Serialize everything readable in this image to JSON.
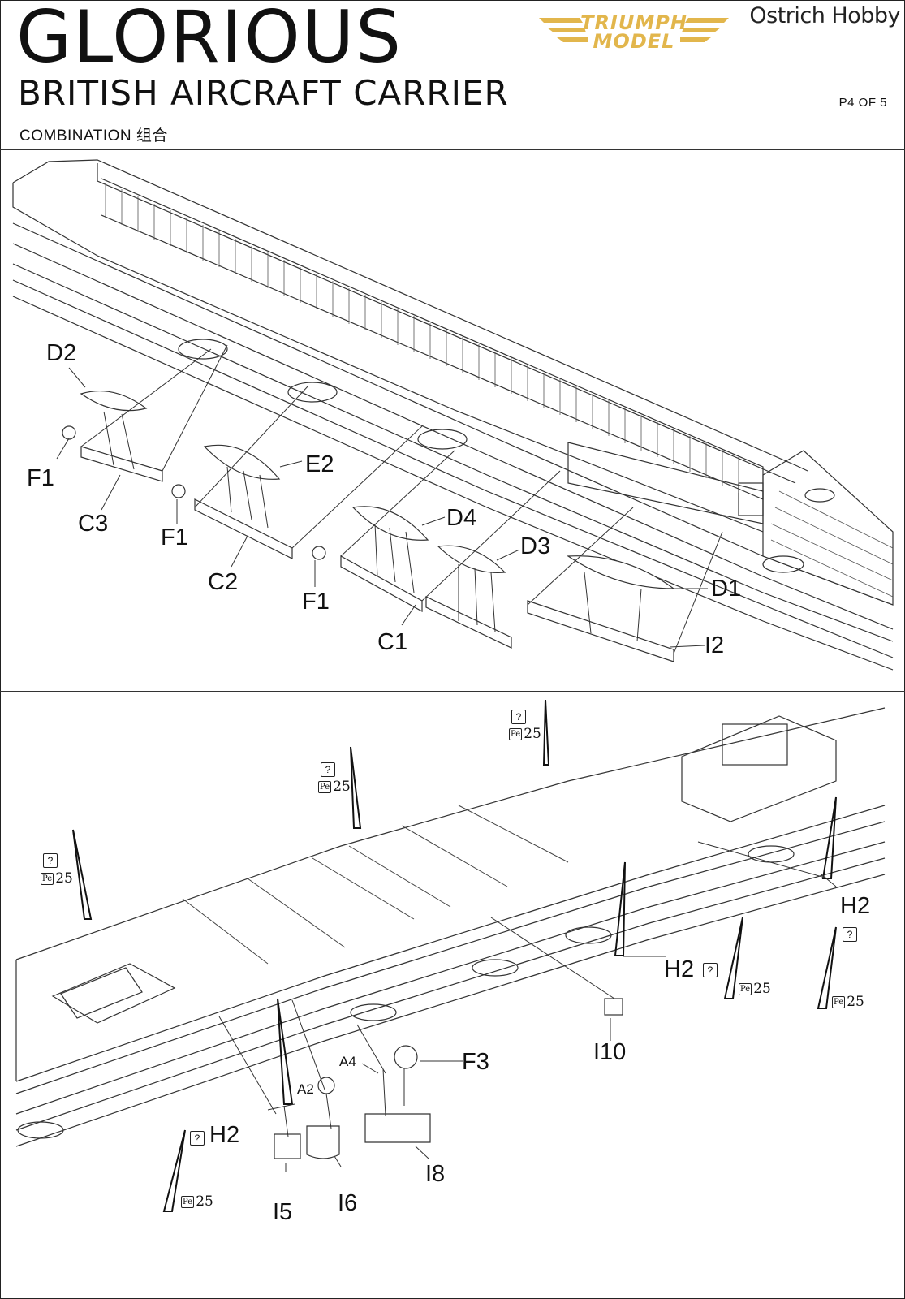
{
  "header": {
    "title": "GLORIOUS",
    "subtitle": "BRITISH AIRCRAFT CARRIER",
    "page": "P4 OF 5",
    "brand": "Ostrich Hobby",
    "logo_line1": "TRIUMPH",
    "logo_line2": "MODEL"
  },
  "section": {
    "title": "COMBINATION 组合"
  },
  "colors": {
    "logo_gold": "#e2b64c",
    "line": "#222222"
  },
  "icons": {
    "unknown_box": "?",
    "pe_box": "Pe"
  },
  "top_panel": {
    "labels": {
      "d2": "D2",
      "f1_a": "F1",
      "c3": "C3",
      "f1_b": "F1",
      "e2": "E2",
      "c2": "C2",
      "f1_c": "F1",
      "d4": "D4",
      "d3": "D3",
      "c1": "C1",
      "d1": "D1",
      "i2": "I2"
    }
  },
  "bottom_panel": {
    "labels": {
      "h2_a": "H2",
      "h2_b": "H2",
      "h2_c": "H2",
      "i10": "I10",
      "f3": "F3",
      "a4": "A4",
      "a2": "A2",
      "i5": "I5",
      "i6": "I6",
      "i8": "I8"
    },
    "pe_number": "25",
    "question": "?"
  }
}
